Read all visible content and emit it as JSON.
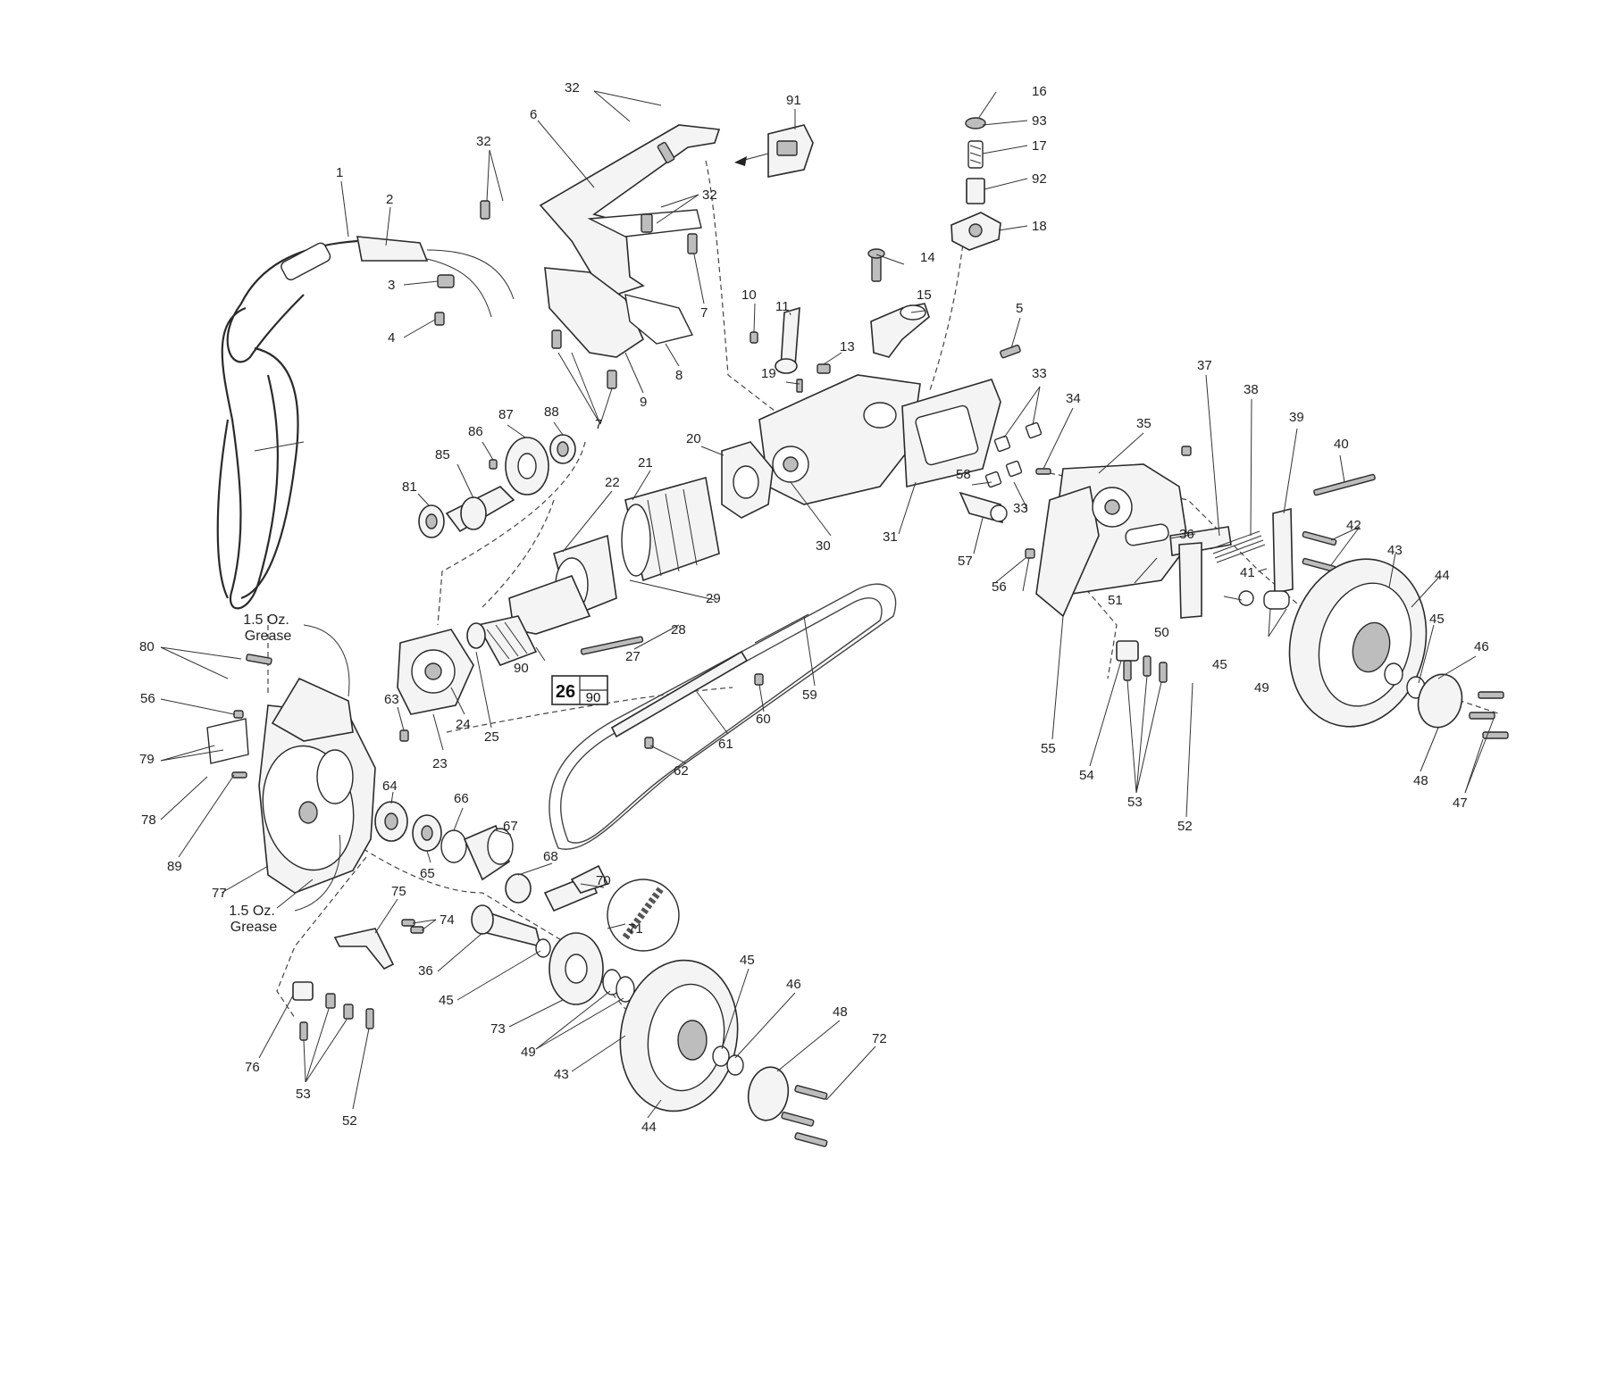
{
  "diagram": {
    "callouts": [
      {
        "id": "c32a",
        "text": "32"
      },
      {
        "id": "c91",
        "text": "91"
      },
      {
        "id": "c16",
        "text": "16"
      },
      {
        "id": "c93",
        "text": "93"
      },
      {
        "id": "c17",
        "text": "17"
      },
      {
        "id": "c92",
        "text": "92"
      },
      {
        "id": "c18",
        "text": "18"
      },
      {
        "id": "c6",
        "text": "6"
      },
      {
        "id": "c32b",
        "text": "32"
      },
      {
        "id": "c32c",
        "text": "32"
      },
      {
        "id": "c1",
        "text": "1"
      },
      {
        "id": "c2",
        "text": "2"
      },
      {
        "id": "c3",
        "text": "3"
      },
      {
        "id": "c4",
        "text": "4"
      },
      {
        "id": "c7a",
        "text": "7"
      },
      {
        "id": "c8",
        "text": "8"
      },
      {
        "id": "c9",
        "text": "9"
      },
      {
        "id": "c7b",
        "text": "7"
      },
      {
        "id": "c10",
        "text": "10"
      },
      {
        "id": "c11",
        "text": "11"
      },
      {
        "id": "c14",
        "text": "14"
      },
      {
        "id": "c15",
        "text": "15"
      },
      {
        "id": "c13",
        "text": "13"
      },
      {
        "id": "c19",
        "text": "19"
      },
      {
        "id": "c5",
        "text": "5"
      },
      {
        "id": "c33a",
        "text": "33"
      },
      {
        "id": "c34",
        "text": "34"
      },
      {
        "id": "c35",
        "text": "35"
      },
      {
        "id": "c37",
        "text": "37"
      },
      {
        "id": "c38",
        "text": "38"
      },
      {
        "id": "c39",
        "text": "39"
      },
      {
        "id": "c40",
        "text": "40"
      },
      {
        "id": "c86",
        "text": "86"
      },
      {
        "id": "c87",
        "text": "87"
      },
      {
        "id": "c88",
        "text": "88"
      },
      {
        "id": "c85",
        "text": "85"
      },
      {
        "id": "c81",
        "text": "81"
      },
      {
        "id": "c20",
        "text": "20"
      },
      {
        "id": "c21",
        "text": "21"
      },
      {
        "id": "c22",
        "text": "22"
      },
      {
        "id": "c30",
        "text": "30"
      },
      {
        "id": "c31",
        "text": "31"
      },
      {
        "id": "c58",
        "text": "58"
      },
      {
        "id": "c33b",
        "text": "33"
      },
      {
        "id": "c57",
        "text": "57"
      },
      {
        "id": "c36a",
        "text": "36"
      },
      {
        "id": "c41",
        "text": "41"
      },
      {
        "id": "c42",
        "text": "42"
      },
      {
        "id": "c43a",
        "text": "43"
      },
      {
        "id": "c44a",
        "text": "44"
      },
      {
        "id": "c29",
        "text": "29"
      },
      {
        "id": "c28",
        "text": "28"
      },
      {
        "id": "c27",
        "text": "27"
      },
      {
        "id": "c90a",
        "text": "90"
      },
      {
        "id": "c56a",
        "text": "56"
      },
      {
        "id": "c51",
        "text": "51"
      },
      {
        "id": "c50",
        "text": "50"
      },
      {
        "id": "c45a",
        "text": "45"
      },
      {
        "id": "c49a",
        "text": "49"
      },
      {
        "id": "c45b",
        "text": "45"
      },
      {
        "id": "c46a",
        "text": "46"
      },
      {
        "id": "c80",
        "text": "80"
      },
      {
        "id": "c56b",
        "text": "56"
      },
      {
        "id": "c79",
        "text": "79"
      },
      {
        "id": "c78",
        "text": "78"
      },
      {
        "id": "c89",
        "text": "89"
      },
      {
        "id": "c63",
        "text": "63"
      },
      {
        "id": "c24",
        "text": "24"
      },
      {
        "id": "c25",
        "text": "25"
      },
      {
        "id": "c23",
        "text": "23"
      },
      {
        "id": "c60",
        "text": "60"
      },
      {
        "id": "c59",
        "text": "59"
      },
      {
        "id": "c61",
        "text": "61"
      },
      {
        "id": "c62",
        "text": "62"
      },
      {
        "id": "c55",
        "text": "55"
      },
      {
        "id": "c54",
        "text": "54"
      },
      {
        "id": "c53a",
        "text": "53"
      },
      {
        "id": "c52a",
        "text": "52"
      },
      {
        "id": "c48a",
        "text": "48"
      },
      {
        "id": "c47",
        "text": "47"
      },
      {
        "id": "c64",
        "text": "64"
      },
      {
        "id": "c66",
        "text": "66"
      },
      {
        "id": "c67",
        "text": "67"
      },
      {
        "id": "c65",
        "text": "65"
      },
      {
        "id": "c68",
        "text": "68"
      },
      {
        "id": "c70",
        "text": "70"
      },
      {
        "id": "c71",
        "text": "71"
      },
      {
        "id": "c77",
        "text": "77"
      },
      {
        "id": "c75",
        "text": "75"
      },
      {
        "id": "c74",
        "text": "74"
      },
      {
        "id": "c36b",
        "text": "36"
      },
      {
        "id": "c45c",
        "text": "45"
      },
      {
        "id": "c73",
        "text": "73"
      },
      {
        "id": "c49b",
        "text": "49"
      },
      {
        "id": "c45d",
        "text": "45"
      },
      {
        "id": "c46b",
        "text": "46"
      },
      {
        "id": "c48b",
        "text": "48"
      },
      {
        "id": "c72",
        "text": "72"
      },
      {
        "id": "c43b",
        "text": "43"
      },
      {
        "id": "c44b",
        "text": "44"
      },
      {
        "id": "c76",
        "text": "76"
      },
      {
        "id": "c53b",
        "text": "53"
      },
      {
        "id": "c52b",
        "text": "52"
      }
    ],
    "grease_note_top": {
      "line1": "1.5 Oz.",
      "line2": "Grease"
    },
    "grease_note_bottom": {
      "line1": "1.5 Oz.",
      "line2": "Grease"
    },
    "kit_box": {
      "main": "26",
      "sub": "90"
    }
  }
}
